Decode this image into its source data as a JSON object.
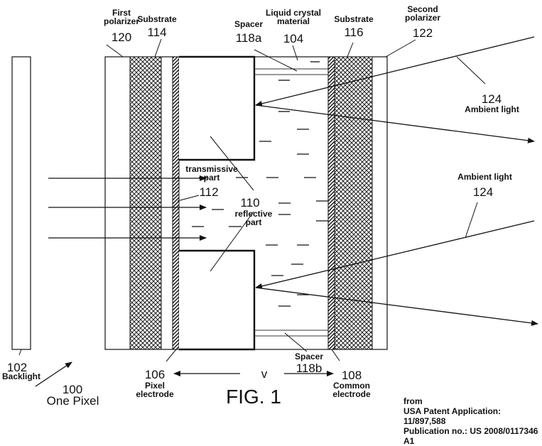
{
  "figure": {
    "title": "FIG. 1",
    "pixel": {
      "number": "100",
      "name": "One Pixel"
    },
    "voltage_label": "v"
  },
  "components": {
    "backlight": {
      "number": "102",
      "name": "Backlight"
    },
    "first_polarizer": {
      "number": "120",
      "name_line1": "First",
      "name_line2": "polarizer"
    },
    "substrate_left": {
      "number": "114",
      "name": "Substrate"
    },
    "spacer_top": {
      "number": "118a",
      "name": "Spacer"
    },
    "liquid_crystal": {
      "number": "104",
      "name_line1": "Liquid crystal",
      "name_line2": "material"
    },
    "substrate_right": {
      "number": "116",
      "name": "Substrate"
    },
    "second_polarizer": {
      "number": "122",
      "name_line1": "Second",
      "name_line2": "polarizer"
    },
    "transmissive_part": {
      "number": "112",
      "name_line1": "transmissive",
      "name_line2": "part"
    },
    "reflective_part": {
      "number": "110",
      "name_line1": "reflective",
      "name_line2": "part"
    },
    "pixel_electrode": {
      "number": "106",
      "name_line1": "Pixel",
      "name_line2": "electrode"
    },
    "spacer_bottom": {
      "number": "118b",
      "name": "Spacer"
    },
    "common_electrode": {
      "number": "108",
      "name_line1": "Common",
      "name_line2": "electrode"
    },
    "ambient_light_top": {
      "number": "124",
      "name": "Ambient light"
    },
    "ambient_light_bottom": {
      "number": "124",
      "name": "Ambient light"
    }
  },
  "source": {
    "line1": "from",
    "line2": "USA Patent Application: 11/897,588",
    "line3": "Publication no.: US 2008/0117346 A1"
  }
}
